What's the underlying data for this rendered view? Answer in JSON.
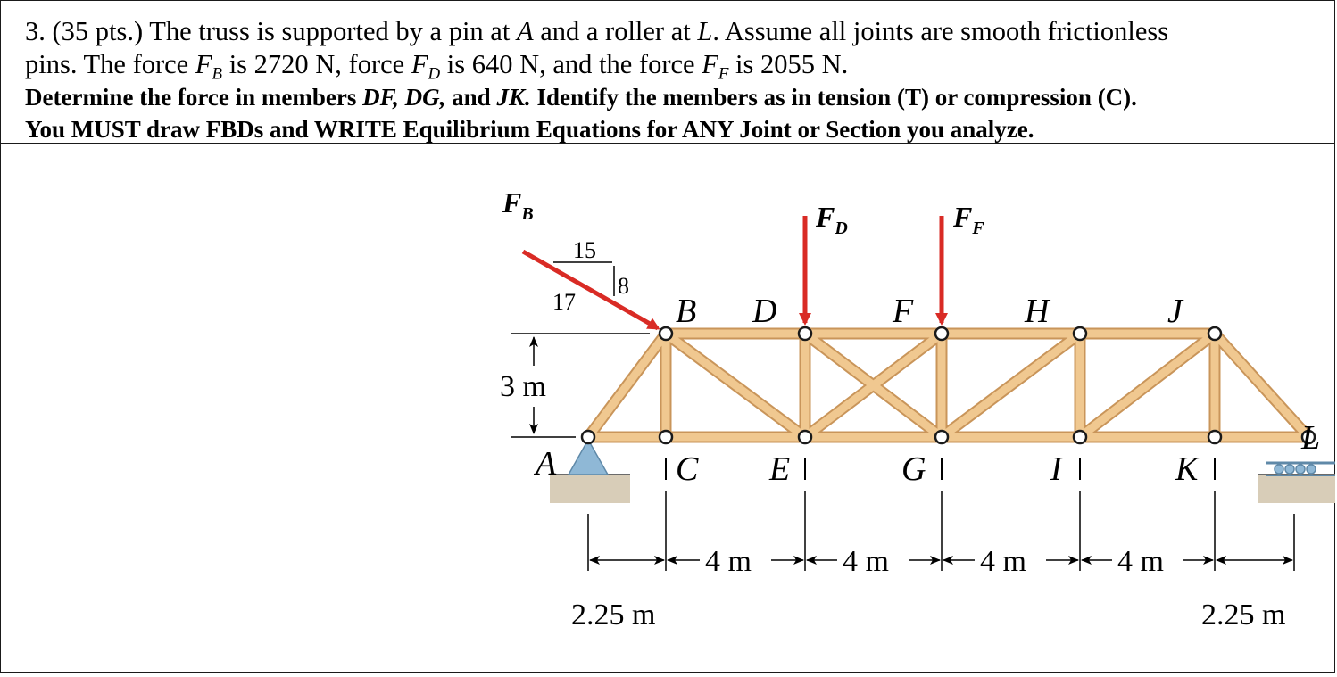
{
  "problem": {
    "number": "3.",
    "points": "(35 pts.)",
    "line1_a": "The truss is supported by a pin at",
    "pin_joint": "A",
    "line1_b": "and a roller at",
    "roller_joint": "L",
    "line1_c": ". Assume all joints are smooth frictionless",
    "line2_a": "pins. The force",
    "force_b_symbol": "F",
    "force_b_sub": "B",
    "line2_b": "is 2720 N, force",
    "force_d_symbol": "F",
    "force_d_sub": "D",
    "line2_c": "is 640 N, and the force",
    "force_f_symbol": "F",
    "force_f_sub": "F",
    "line2_d": "is 2055 N.",
    "line3_a": "Determine the force in members",
    "line3_members": "DF, DG,",
    "line3_and": "and",
    "line3_member_last": "JK.",
    "line3_b": "Identify the members as in tension (T) or compression (C).",
    "line4": "You MUST draw FBDs and WRITE Equilibrium Equations for ANY Joint or Section you analyze."
  },
  "diagram": {
    "force_labels": {
      "fb_symbol": "F",
      "fb_sub": "B",
      "fd_symbol": "F",
      "fd_sub": "D",
      "ff_symbol": "F",
      "ff_sub": "F"
    },
    "slope": {
      "horizontal": "15",
      "vertical": "8",
      "hypotenuse": "17"
    },
    "joint_labels": {
      "A": "A",
      "B": "B",
      "C": "C",
      "D": "D",
      "E": "E",
      "F": "F",
      "G": "G",
      "H": "H",
      "I": "I",
      "J": "J",
      "K": "K",
      "L": "L"
    },
    "dimensions": {
      "height": "3 m",
      "panel_1": "4 m",
      "panel_2": "4 m",
      "panel_3": "4 m",
      "panel_4": "4 m",
      "left_end": "2.25 m",
      "right_end": "2.25 m"
    },
    "colors": {
      "member": "#f0c890",
      "member_edge": "#c9955a",
      "force_arrow": "#d92b25",
      "support": "#8fb8d6",
      "ground": "#d8cdb8"
    }
  }
}
